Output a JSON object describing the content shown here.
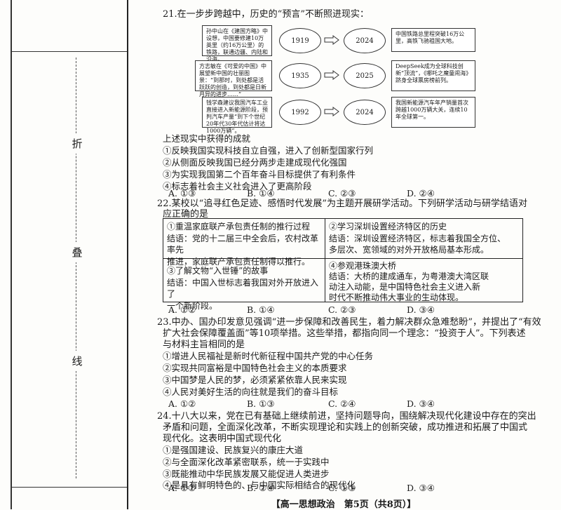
{
  "margin": {
    "fold": "折",
    "stack": "叠",
    "line": "线"
  },
  "q21": {
    "stem": "21.在一步步跨越中，历史的“预言”不断照进现实：",
    "rows": [
      {
        "left": "孙中山在《建国方略》中设想，中国要修建10万英里（约16万公里）的铁路，联通边疆、内陆和沿海。",
        "year1": "1919",
        "year2": "2024",
        "right": "中国铁路总里程突破16万公里，高铁飞驰祖国大地。"
      },
      {
        "left": "方志敏在《可爱的中国》中展望新中国的壮丽图景：“到那时，到处都是活跃跃的创造，到处都是日新月异的进步……”",
        "year1": "1935",
        "year2": "2025",
        "right": "DeepSeek成为全球科技创新“顶流”，《哪吒之魔童闹海》跻身全球票房榜前列。"
      },
      {
        "left": "钱学森建议我国汽车工业直接进入新能源阶段，预判汽车产量“到下个世纪20年代30年代估计将达1000万辆”。",
        "year1": "1992",
        "year2": "2024",
        "right": "我国新能源汽车年产销量首次跨越1000万辆大关，连续10年全球第一。"
      }
    ],
    "lead": "上述现实中获得的成就",
    "options": [
      "①反映我国实现科技自立自强，进入了创新型国家行列",
      "②从侧面反映我国已经分两步走建成现代化强国",
      "③为实现我国第二个百年奋斗目标提供了有利条件",
      "④标志着社会主义社会进入了更高阶段"
    ],
    "choices": [
      "A. ①③",
      "B. ①④",
      "C. ②③",
      "D. ②④"
    ]
  },
  "q22": {
    "stem1": "22.某校以“追寻红色足迹、感悟时代发展”为主题开展研学活动。下列研学活动与研学结语对",
    "stem2": "应正确的是",
    "cells": [
      [
        "①重温家庭联产承包责任制的推行过程",
        "结语：党的十二届三中全会后，农村改革率先",
        "推进，家庭联产承包责任制得以推行。"
      ],
      [
        "②学习深圳设置经济特区的历史",
        "结语：深圳设置经济特区，标志着我国全方位、",
        "多层次、宽领域的对外开放格局基本形成。"
      ],
      [
        "③了解文物“入世锤”的故事",
        "结语：中国入世标志着我国对外开放进入了",
        "一个新阶段。"
      ],
      [
        "④参观港珠澳大桥",
        "结语：大桥的建成通车，为粤港澳大湾区联",
        "动注入动能，是中国特色社会主义进入新",
        "时代不断推动伟大事业的生动体现。"
      ]
    ],
    "choices": [
      "A. ①②",
      "B. ①④",
      "C. ②③",
      "D. ③④"
    ]
  },
  "q23": {
    "stem": [
      "23.中办、国办印发意见强调“进一步保障和改善民生，着力解决群众急难愁盼”，并提出了“有效",
      "扩大社会保障覆盖面”等10项举措。这些举措，都指向同一个理念：“投资于人”。下列表述",
      "与材料主旨相同的是"
    ],
    "options": [
      "①增进人民福祉是新时代新征程中国共产党的中心任务",
      "②实现共同富裕是中国特色社会主义的本质要求",
      "③中国梦是人民的梦，必须紧紧依靠人民来实现",
      "④人民对美好生活的向往就是我们的奋斗目标"
    ],
    "choices": [
      "A. ①②",
      "B. ①③",
      "C. ②④",
      "D. ③④"
    ]
  },
  "q24": {
    "stem": [
      "24.十八大以来，党在已有基础上继续前进，坚持问题导向，围绕解决现代化建设中存在的突出",
      "矛盾和问题，全面深化改革，不断实现理论和实践上的创新突破，成功推进和拓展了中国式",
      "现代化。这表明中国式现代化"
    ],
    "options": [
      "①是强国建设、民族复兴的康庄大道",
      "②与全面深化改革紧密联系，统一于实践中",
      "③既能推动中华民族发展又能促进人类进步",
      "④是具有鲜明特色的、与中国实际相结合的现代化"
    ],
    "choices": [
      "A. ①②",
      "B. ②④",
      "C. ①③",
      "D. ③④"
    ]
  },
  "footer": "【高一思想政治　第5页（共8页）】"
}
